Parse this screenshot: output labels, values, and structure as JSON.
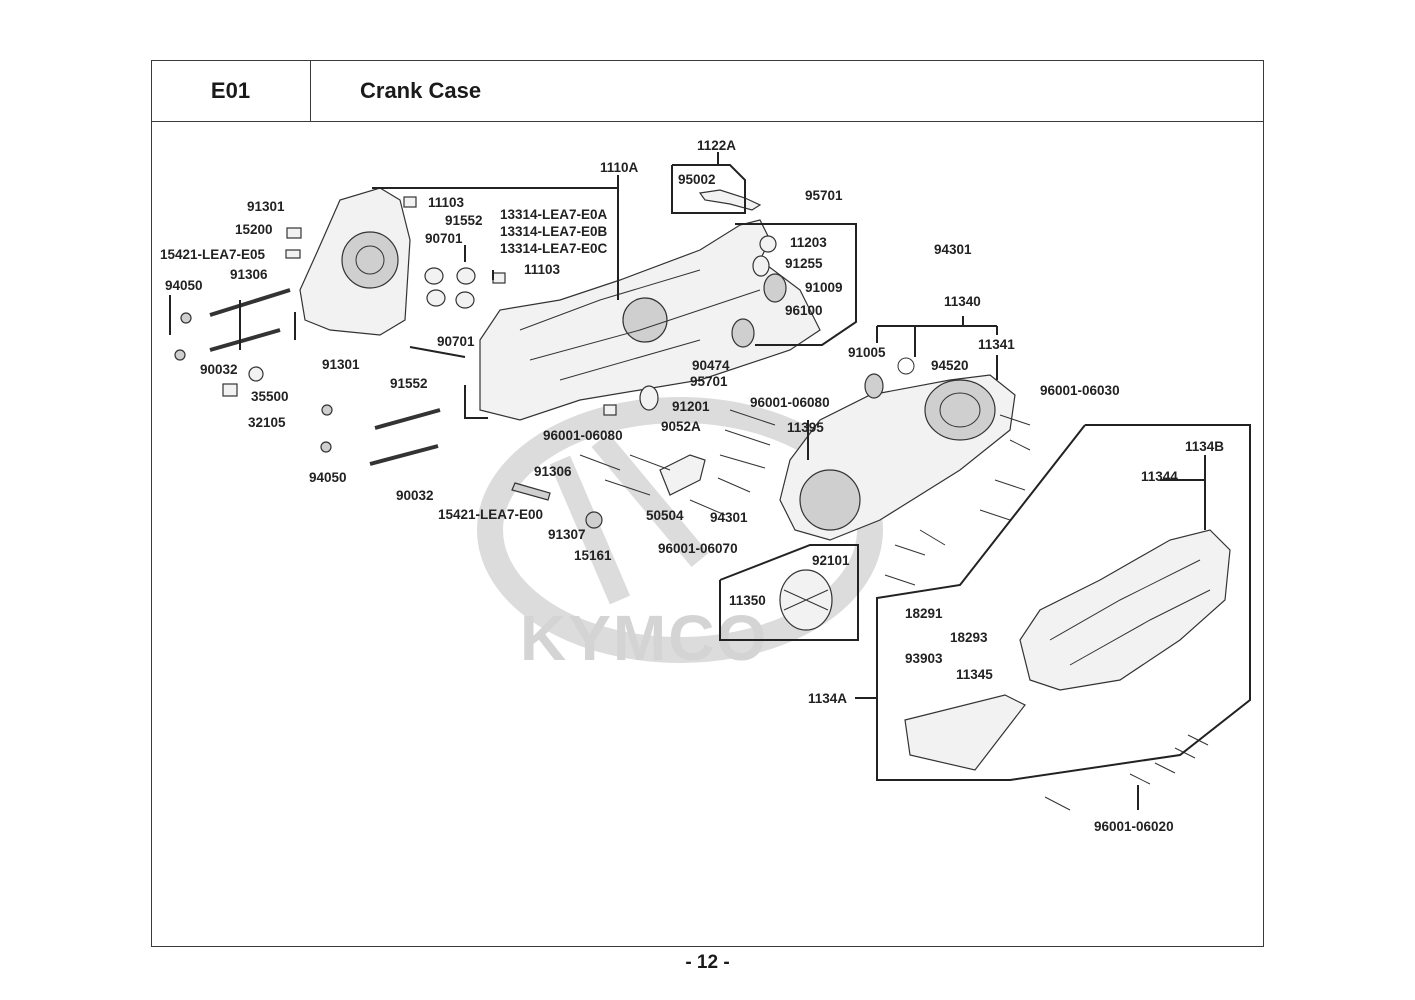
{
  "header": {
    "section_code": "E01",
    "title": "Crank Case"
  },
  "footer": {
    "page_number": "- 12 -"
  },
  "watermark": {
    "brand": "KYMCO"
  },
  "callouts": [
    {
      "id": "c1",
      "part_no": "1122A"
    },
    {
      "id": "c2",
      "part_no": "1110A"
    },
    {
      "id": "c3",
      "part_no": "95002"
    },
    {
      "id": "c4",
      "part_no": "95701"
    },
    {
      "id": "c5",
      "part_no": "91301"
    },
    {
      "id": "c6",
      "part_no": "11103"
    },
    {
      "id": "c7",
      "part_no": "15200"
    },
    {
      "id": "c8",
      "part_no": "91552"
    },
    {
      "id": "c9",
      "part_no": "13314-LEA7-E0A"
    },
    {
      "id": "c10",
      "part_no": "13314-LEA7-E0B"
    },
    {
      "id": "c11",
      "part_no": "13314-LEA7-E0C"
    },
    {
      "id": "c12",
      "part_no": "90701"
    },
    {
      "id": "c13",
      "part_no": "15421-LEA7-E05"
    },
    {
      "id": "c14",
      "part_no": "91306"
    },
    {
      "id": "c15",
      "part_no": "11103"
    },
    {
      "id": "c16",
      "part_no": "11203"
    },
    {
      "id": "c17",
      "part_no": "91255"
    },
    {
      "id": "c18",
      "part_no": "91009"
    },
    {
      "id": "c19",
      "part_no": "96100"
    },
    {
      "id": "c20",
      "part_no": "94050"
    },
    {
      "id": "c21",
      "part_no": "90701"
    },
    {
      "id": "c22",
      "part_no": "90032"
    },
    {
      "id": "c23",
      "part_no": "91301"
    },
    {
      "id": "c24",
      "part_no": "35500"
    },
    {
      "id": "c25",
      "part_no": "91552"
    },
    {
      "id": "c26",
      "part_no": "32105"
    },
    {
      "id": "c27",
      "part_no": "90474"
    },
    {
      "id": "c28",
      "part_no": "95701"
    },
    {
      "id": "c29",
      "part_no": "91201"
    },
    {
      "id": "c30",
      "part_no": "9052A"
    },
    {
      "id": "c31",
      "part_no": "96001-06080"
    },
    {
      "id": "c32",
      "part_no": "11395"
    },
    {
      "id": "c33",
      "part_no": "96001-06080"
    },
    {
      "id": "c34",
      "part_no": "94050"
    },
    {
      "id": "c35",
      "part_no": "90032"
    },
    {
      "id": "c36",
      "part_no": "91306"
    },
    {
      "id": "c37",
      "part_no": "15421-LEA7-E00"
    },
    {
      "id": "c38",
      "part_no": "50504"
    },
    {
      "id": "c39",
      "part_no": "94301"
    },
    {
      "id": "c40",
      "part_no": "91307"
    },
    {
      "id": "c41",
      "part_no": "15161"
    },
    {
      "id": "c42",
      "part_no": "96001-06070"
    },
    {
      "id": "c43",
      "part_no": "94301"
    },
    {
      "id": "c44",
      "part_no": "11340"
    },
    {
      "id": "c45",
      "part_no": "91005"
    },
    {
      "id": "c46",
      "part_no": "94520"
    },
    {
      "id": "c47",
      "part_no": "11341"
    },
    {
      "id": "c48",
      "part_no": "96001-06030"
    },
    {
      "id": "c49",
      "part_no": "1134B"
    },
    {
      "id": "c50",
      "part_no": "11344"
    },
    {
      "id": "c51",
      "part_no": "92101"
    },
    {
      "id": "c52",
      "part_no": "11350"
    },
    {
      "id": "c53",
      "part_no": "18291"
    },
    {
      "id": "c54",
      "part_no": "18293"
    },
    {
      "id": "c55",
      "part_no": "93903"
    },
    {
      "id": "c56",
      "part_no": "11345"
    },
    {
      "id": "c57",
      "part_no": "1134A"
    },
    {
      "id": "c58",
      "part_no": "96001-06020"
    }
  ]
}
